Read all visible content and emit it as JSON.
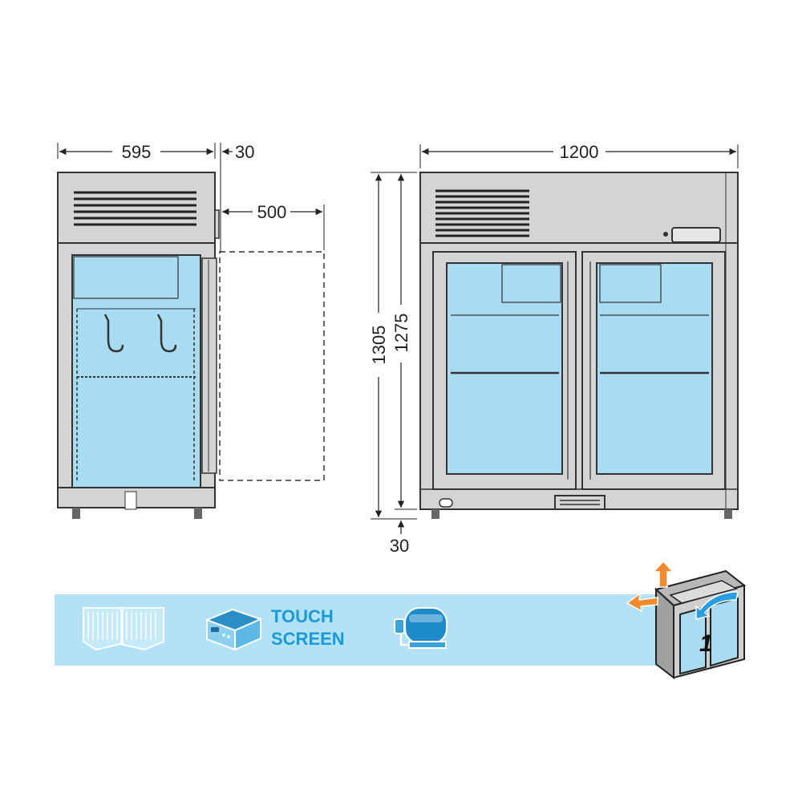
{
  "dimensions": {
    "width_side": "595",
    "offset_top": "30",
    "door_swing": "500",
    "width_front": "1200",
    "height_total": "1305",
    "height_body": "1275",
    "offset_bottom": "30"
  },
  "features": {
    "touch_line1": "TOUCH",
    "touch_line2": "SCREEN",
    "icons": [
      "grille-icon",
      "controller-icon",
      "compressor-icon",
      "airflow-cabinet-icon"
    ]
  },
  "badge": {
    "number": "1"
  },
  "colors": {
    "glass": "#a9dcf3",
    "frame": "#d4d4d4",
    "stroke": "#333333",
    "band": "#b3e2f6",
    "accent": "#1a9ad6",
    "arrow_orange": "#f28a2e"
  }
}
